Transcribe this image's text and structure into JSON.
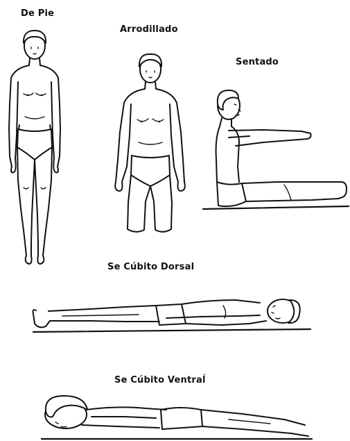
{
  "figures": {
    "standing": {
      "label": "De Pie"
    },
    "kneeling": {
      "label": "Arrodillado"
    },
    "sitting": {
      "label": "Sentado"
    },
    "supine": {
      "label": "Se Cúbito Dorsal"
    },
    "prone": {
      "label": "Se Cúbito Ventraĺ"
    }
  },
  "colors": {
    "ink": "#111111",
    "background": "#ffffff"
  }
}
